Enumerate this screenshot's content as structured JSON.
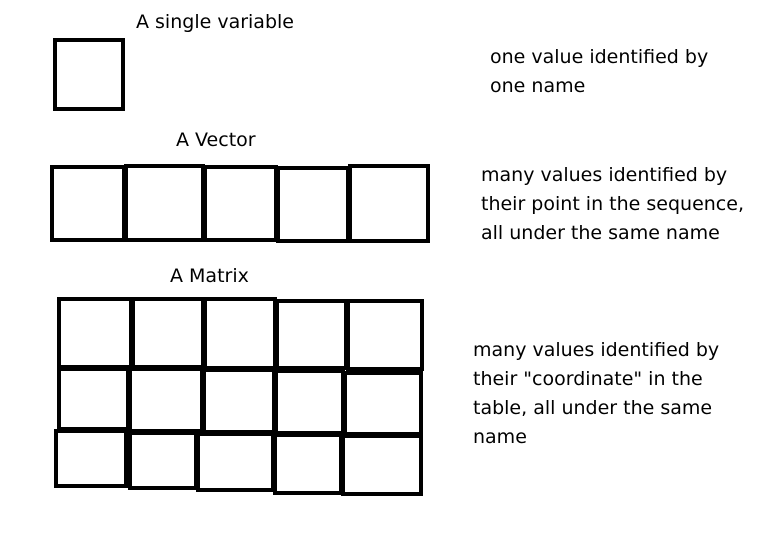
{
  "sections": [
    {
      "title": "A single variable",
      "description_lines": [
        "one value identified by",
        "one name"
      ]
    },
    {
      "title": "A Vector",
      "description_lines": [
        "many values identified by",
        "their point in the sequence,",
        "all under the same name"
      ]
    },
    {
      "title": "A Matrix",
      "description_lines": [
        "many values identified by",
        "their \"coordinate\" in the",
        "table, all under the same",
        "name"
      ]
    }
  ],
  "colors": {
    "background": "#ffffff",
    "ink": "#000000"
  }
}
